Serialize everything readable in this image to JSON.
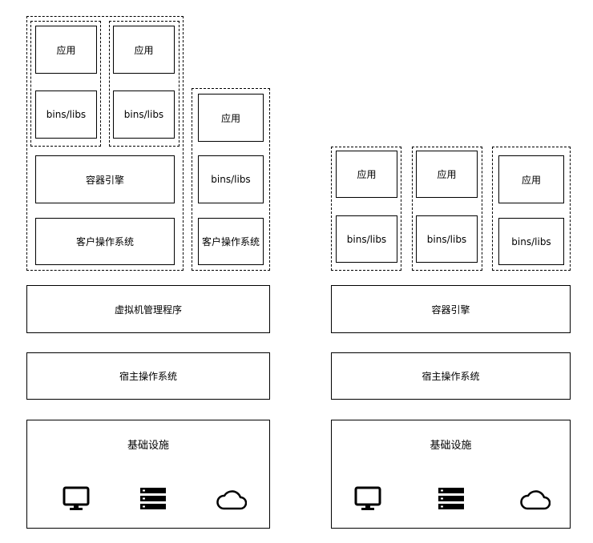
{
  "vm": {
    "app_label": "应用",
    "bins_label": "bins/libs",
    "engine_label": "容器引擎",
    "guest_os_label": "客户操作系统",
    "hypervisor_label": "虚拟机管理程序",
    "host_os_label": "宿主操作系统",
    "infra_label": "基础设施"
  },
  "container": {
    "app_label": "应用",
    "bins_label": "bins/libs",
    "engine_label": "容器引擎",
    "host_os_label": "宿主操作系统",
    "infra_label": "基础设施"
  },
  "icons": [
    "monitor-icon",
    "server-icon",
    "cloud-icon"
  ]
}
